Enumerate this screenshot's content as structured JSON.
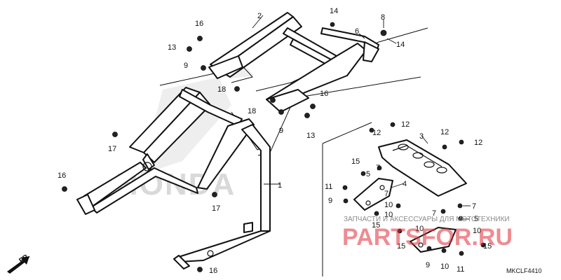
{
  "diagram": {
    "code": "MKCLF4410",
    "direction": "FR.",
    "watermark_brand": "HONDA",
    "watermark_text": "ЗАПЧАСТИ И АКСЕССУАРЫ ДЛЯ МОТОТЕХНИКИ",
    "watermark_site": "PARTSFOR.RU"
  },
  "callouts": [
    {
      "id": "c1",
      "label": "1"
    },
    {
      "id": "c2",
      "label": "2"
    },
    {
      "id": "c3",
      "label": "3"
    },
    {
      "id": "c4",
      "label": "4"
    },
    {
      "id": "c5a",
      "label": "5"
    },
    {
      "id": "c5b",
      "label": "5"
    },
    {
      "id": "c6",
      "label": "6"
    },
    {
      "id": "c7a",
      "label": "7"
    },
    {
      "id": "c7b",
      "label": "7"
    },
    {
      "id": "c7c",
      "label": "7"
    },
    {
      "id": "c7d",
      "label": "7"
    },
    {
      "id": "c8",
      "label": "8"
    },
    {
      "id": "c9a",
      "label": "9"
    },
    {
      "id": "c9b",
      "label": "9"
    },
    {
      "id": "c9c",
      "label": "9"
    },
    {
      "id": "c9d",
      "label": "9"
    },
    {
      "id": "c10a",
      "label": "10"
    },
    {
      "id": "c10b",
      "label": "10"
    },
    {
      "id": "c10c",
      "label": "10"
    },
    {
      "id": "c10d",
      "label": "10"
    },
    {
      "id": "c10e",
      "label": "10"
    },
    {
      "id": "c11a",
      "label": "11"
    },
    {
      "id": "c11b",
      "label": "11"
    },
    {
      "id": "c12a",
      "label": "12"
    },
    {
      "id": "c12b",
      "label": "12"
    },
    {
      "id": "c12c",
      "label": "12"
    },
    {
      "id": "c12d",
      "label": "12"
    },
    {
      "id": "c13a",
      "label": "13"
    },
    {
      "id": "c13b",
      "label": "13"
    },
    {
      "id": "c14a",
      "label": "14"
    },
    {
      "id": "c14b",
      "label": "14"
    },
    {
      "id": "c15a",
      "label": "15"
    },
    {
      "id": "c15b",
      "label": "15"
    },
    {
      "id": "c15c",
      "label": "15"
    },
    {
      "id": "c15d",
      "label": "15"
    },
    {
      "id": "c16a",
      "label": "16"
    },
    {
      "id": "c16b",
      "label": "16"
    },
    {
      "id": "c16c",
      "label": "16"
    },
    {
      "id": "c16d",
      "label": "16"
    },
    {
      "id": "c17a",
      "label": "17"
    },
    {
      "id": "c17b",
      "label": "17"
    },
    {
      "id": "c18a",
      "label": "18"
    },
    {
      "id": "c18b",
      "label": "18"
    }
  ]
}
